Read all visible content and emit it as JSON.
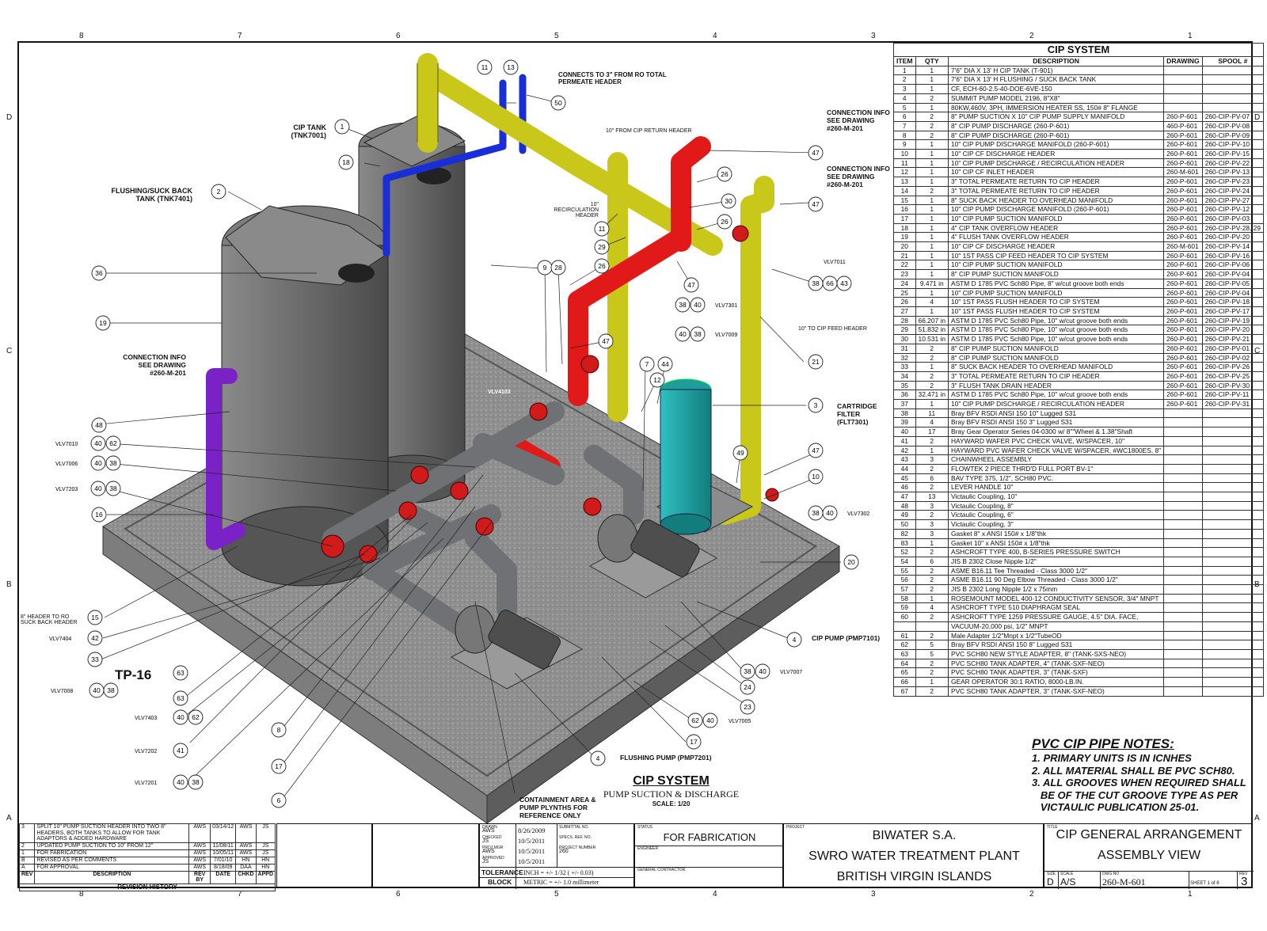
{
  "zones": {
    "top": [
      "8",
      "7",
      "6",
      "5",
      "4",
      "3",
      "2",
      "1"
    ],
    "side": [
      "D",
      "C",
      "B",
      "A"
    ]
  },
  "callouts": {
    "cip_tank": "CIP TANK",
    "cip_tank_id": "(TNK7001)",
    "flushing_tank_1": "FLUSHING/SUCK BACK",
    "flushing_tank_2": "TANK (TNK7401)",
    "connects_1": "CONNECTS TO 3\" FROM RO TOTAL",
    "connects_2": "PERMEATE HEADER",
    "from_cip_return": "10\" FROM CIP RETURN HEADER",
    "conn_info_a_1": "CONNECTION INFO",
    "conn_info_a_2": "SEE DRAWING",
    "conn_info_a_3": "#260-M-201",
    "conn_info_b_1": "CONNECTION INFO",
    "conn_info_b_2": "SEE DRAWING",
    "conn_info_b_3": "#260-M-201",
    "conn_info_c_1": "CONNECTION INFO",
    "conn_info_c_2": "SEE DRAWING",
    "conn_info_c_3": "#260-M-201",
    "recirc_1": "10\" RECIRCULATION",
    "recirc_2": "HEADER",
    "to_cip_feed": "10\" TO CIP FEED HEADER",
    "cartridge_1": "CARTRIDGE",
    "cartridge_2": "FILTER",
    "cartridge_3": "(FLT7301)",
    "header_ro_1": "8\" HEADER TO RO",
    "header_ro_2": "SUCK BACK HEADER",
    "tp16": "TP-16",
    "cip_pump": "CIP PUMP (PMP7101)",
    "flushing_pump": "FLUSHING PUMP (PMP7201)",
    "containment_1": "CONTAINMENT AREA &",
    "containment_2": "PUMP PLYNTHS FOR",
    "containment_3": "REFERENCE ONLY",
    "vlv4103": "VLV4103"
  },
  "valve_tags": [
    "VLV7010",
    "VLV7006",
    "VLV7203",
    "VLV7404",
    "VLV7008",
    "VLV7403",
    "VLV7202",
    "VLV7201",
    "VLV7301",
    "VLV7009",
    "VLV7011",
    "VLV7302",
    "VLV7007",
    "VLV7005"
  ],
  "view_title": {
    "title": "CIP SYSTEM",
    "subtitle": "PUMP SUCTION & DISCHARGE",
    "scale": "SCALE: 1/20"
  },
  "bom": {
    "title": "CIP SYSTEM",
    "headers": [
      "ITEM",
      "QTY",
      "DESCRIPTION",
      "DRAWING",
      "SPOOL #"
    ],
    "rows": [
      [
        "1",
        "1",
        "7'6\" DIA X 13' H CIP TANK (T-901)",
        "",
        ""
      ],
      [
        "2",
        "1",
        "7'6\" DIA X 13' H FLUSHING / SUCK BACK TANK",
        "",
        ""
      ],
      [
        "3",
        "1",
        "CF, ECH-60-2.5-40-DOE-6VE-150",
        "",
        ""
      ],
      [
        "4",
        "2",
        "SUMMIT PUMP MODEL 2196, 8\"X8\"",
        "",
        ""
      ],
      [
        "5",
        "1",
        "80KW,460V, 3PH, IMMERSION HEATER SS, 150# 8\" FLANGE",
        "",
        ""
      ],
      [
        "6",
        "2",
        "8\" PUMP SUCTION X 10\" CIP PUMP SUPPLY MANIFOLD",
        "260-P-601",
        "260-CIP-PV-07"
      ],
      [
        "7",
        "2",
        "8\" CIP PUMP DISCHARGE (260-P-601)",
        "460-P-601",
        "260-CIP-PV-08"
      ],
      [
        "8",
        "2",
        "8\" CIP PUMP DISCHARGE (260-P-601)",
        "260-P-601",
        "260-CIP-PV-09"
      ],
      [
        "9",
        "1",
        "10\" CIP PUMP DISCHARGE MANIFOLD (260-P-601)",
        "260-P-601",
        "260-CIP-PV-10"
      ],
      [
        "10",
        "1",
        "10\" CIP CF DISCHARGE HEADER",
        "260-P-601",
        "260-CIP-PV-15"
      ],
      [
        "11",
        "1",
        "10\" CIP PUMP DISCHARGE / RECIRCULATION HEADER",
        "260-P-601",
        "260-CIP-PV-22"
      ],
      [
        "12",
        "1",
        "10\" CIP CF INLET HEADER",
        "260-M-601",
        "260-CIP-PV-13"
      ],
      [
        "13",
        "1",
        "3\" TOTAL PERMEATE RETURN TO CIP HEADER",
        "260-P-601",
        "260-CIP-PV-23"
      ],
      [
        "14",
        "2",
        "3\" TOTAL PERMEATE RETURN TO CIP HEADER",
        "260-P-601",
        "260-CIP-PV-24"
      ],
      [
        "15",
        "1",
        "8\" SUCK BACK HEADER TO OVERHEAD MANIFOLD",
        "260-P-601",
        "260-CIP-PV-27"
      ],
      [
        "16",
        "1",
        "10\" CIP PUMP DISCHARGE MANIFOLD (260-P-601)",
        "260-P-601",
        "260-CIP-PV-12"
      ],
      [
        "17",
        "1",
        "10\" CIP PUMP SUCTION MANIFOLD",
        "260-P-601",
        "260-CIP-PV-03"
      ],
      [
        "18",
        "1",
        "4\" CIP TANK OVERFLOW HEADER",
        "260-P-601",
        "260-CIP-PV-28, 29"
      ],
      [
        "19",
        "1",
        "4\" FLUSH TANK OVERFLOW HEADER",
        "260-P-601",
        "260-CIP-PV-20"
      ],
      [
        "20",
        "1",
        "10\" CIP CF DISCHARGE HEADER",
        "260-M-601",
        "260-CIP-PV-14"
      ],
      [
        "21",
        "1",
        "10\" 1ST PASS CIP FEED HEADER TO CIP SYSTEM",
        "260-P-601",
        "260-CIP-PV-16"
      ],
      [
        "22",
        "1",
        "10\" CIP PUMP SUCTION MANIFOLD",
        "260-P-601",
        "260-CIP-PV-06"
      ],
      [
        "23",
        "1",
        "8\" CIP PUMP SUCTION MANIFOLD",
        "260-P-601",
        "260-CIP-PV-04"
      ],
      [
        "24",
        "9.471 in",
        "ASTM D 1785 PVC Sch80 Pipe, 8\" w/cut groove both ends",
        "260-P-601",
        "260-CIP-PV-05"
      ],
      [
        "25",
        "1",
        "10\" CIP PUMP SUCTION MANIFOLD",
        "260-P-601",
        "260-CIP-PV-04"
      ],
      [
        "26",
        "4",
        "10\" 1ST PASS FLUSH HEADER TO CIP SYSTEM",
        "260-P-601",
        "260-CIP-PV-18"
      ],
      [
        "27",
        "1",
        "10\" 1ST PASS FLUSH HEADER TO CIP SYSTEM",
        "260-P-601",
        "260-CIP-PV-17"
      ],
      [
        "28",
        "66.207 in",
        "ASTM D 1785 PVC Sch80 Pipe, 10\" w/cut groove both ends",
        "260-P-601",
        "260-CIP-PV-19"
      ],
      [
        "29",
        "51.832 in",
        "ASTM D 1785 PVC Sch80 Pipe, 10\" w/cut groove both ends",
        "260-P-601",
        "260-CIP-PV-20"
      ],
      [
        "30",
        "10.531 in",
        "ASTM D 1785 PVC Sch80 Pipe, 10\" w/cut groove both ends",
        "260-P-601",
        "260-CIP-PV-21"
      ],
      [
        "31",
        "2",
        "8\" CIP PUMP SUCTION MANIFOLD",
        "260-P-601",
        "260-CIP-PV-01"
      ],
      [
        "32",
        "2",
        "8\" CIP PUMP SUCTION MANIFOLD",
        "260-P-601",
        "260-CIP-PV-02"
      ],
      [
        "33",
        "1",
        "8\" SUCK BACK HEADER TO OVERHEAD MANIFOLD",
        "260-P-601",
        "260-CIP-PV-26"
      ],
      [
        "34",
        "2",
        "3\" TOTAL PERMEATE RETURN TO CIP HEADER",
        "260-P-601",
        "260-CIP-PV-25"
      ],
      [
        "35",
        "2",
        "3\" FLUSH TANK DRAIN HEADER",
        "260-P-601",
        "260-CIP-PV-30"
      ],
      [
        "36",
        "32.471 in",
        "ASTM D 1785 PVC Sch80 Pipe, 10\" w/cut groove both ends",
        "260-P-601",
        "260-CIP-PV-11"
      ],
      [
        "37",
        "1",
        "10\" CIP PUMP DISCHARGE / RECIRCULATION HEADER",
        "260-P-601",
        "260-CIP-PV-31"
      ],
      [
        "38",
        "11",
        "Bray BFV RSDI ANSI 150 10\" Lugged S31",
        "",
        ""
      ],
      [
        "39",
        "4",
        "Bray BFV RSDI ANSI 150 3\" Lugged S31",
        "",
        ""
      ],
      [
        "40",
        "17",
        "Bray Gear Operator Series 04-0300 w/ 8\"\"Wheel & 1.38\"Shaft",
        "",
        ""
      ],
      [
        "41",
        "2",
        "HAYWARD WAFER PVC CHECK VALVE, W/SPACER, 10\"",
        "",
        ""
      ],
      [
        "42",
        "1",
        "HAYWARD PVC WAFER CHECK VALVE W/SPACER, #WC1800ES, 8\"",
        "",
        ""
      ],
      [
        "43",
        "3",
        "CHAINWHEEL ASSEMBLY",
        "",
        ""
      ],
      [
        "44",
        "2",
        "FLOWTEK 2 PIECE THRD'D FULL PORT BV-1\"",
        "",
        ""
      ],
      [
        "45",
        "6",
        "BAV TYPE 375, 1/2\", SCH80 PVC.",
        "",
        ""
      ],
      [
        "46",
        "2",
        "LEVER HANDLE 10\"",
        "",
        ""
      ],
      [
        "47",
        "13",
        "Victaulic Coupling, 10\"",
        "",
        ""
      ],
      [
        "48",
        "3",
        "Victaulic Coupling, 8\"",
        "",
        ""
      ],
      [
        "49",
        "2",
        "Victaulic Coupling, 6\"",
        "",
        ""
      ],
      [
        "50",
        "3",
        "Victaulic Coupling, 3\"",
        "",
        ""
      ],
      [
        "82",
        "3",
        "Gasket 8\" x ANSI 150# x 1/8\"thk",
        "",
        ""
      ],
      [
        "83",
        "1",
        "Gasket 10\" x ANSI 150# x 1/8\"thk",
        "",
        ""
      ],
      [
        "52",
        "2",
        "ASHCROFT TYPE 400, B-SERIES PRESSURE SWITCH",
        "",
        ""
      ],
      [
        "54",
        "6",
        "JIS B 2302 Close Nipple 1/2\"",
        "",
        ""
      ],
      [
        "55",
        "2",
        "ASME B16.11 Tee Threaded - Class 3000 1/2\"",
        "",
        ""
      ],
      [
        "56",
        "2",
        "ASME B16.11 90 Deg Elbow Threaded - Class 3000 1/2\"",
        "",
        ""
      ],
      [
        "57",
        "2",
        "JIS B 2302 Long Nipple 1/2 x 75mm",
        "",
        ""
      ],
      [
        "58",
        "1",
        "ROSEMOUNT MODEL 400-12 CONDUCTIVITY SENSOR, 3/4\" MNPT",
        "",
        ""
      ],
      [
        "59",
        "4",
        "ASHCROFT TYPE 510 DIAPHRAGM SEAL",
        "",
        ""
      ],
      [
        "60",
        "2",
        "ASHCROFT TYPE 1259 PRESSURE GAUGE, 4.5\" DIA. FACE,",
        "",
        ""
      ],
      [
        "",
        "",
        "VACUUM-20,000 psi, 1/2\" MNPT",
        "",
        ""
      ],
      [
        "61",
        "2",
        "Male Adapter 1/2\"Mnpt x 1/2\"TubeOD",
        "",
        ""
      ],
      [
        "62",
        "5",
        "Bray BFV RSDI ANSI 150 8\" Lugged S31",
        "",
        ""
      ],
      [
        "63",
        "5",
        "PVC SCH80 NEW STYLE ADAPTER, 8\" (TANK-SXS-NEO)",
        "",
        ""
      ],
      [
        "64",
        "2",
        "PVC SCH80 TANK ADAPTER, 4\" (TANK-SXF-NEO)",
        "",
        ""
      ],
      [
        "65",
        "2",
        "PVC SCH80 TANK ADAPTER, 3\" (TANK-SXF)",
        "",
        ""
      ],
      [
        "66",
        "1",
        "GEAR OPERATOR 30:1 RATIO, 8000-LB.IN.",
        "",
        ""
      ],
      [
        "67",
        "2",
        "PVC SCH80 TANK ADAPTER, 3\" (TANK-SXF-NEO)",
        "",
        ""
      ]
    ]
  },
  "notes": {
    "title": "PVC CIP PIPE NOTES:",
    "lines": [
      "1. PRIMARY UNITS IS IN ICNHES",
      "2. ALL MATERIAL SHALL BE PVC SCH80.",
      "3. ALL GROOVES WHEN REQUIRED SHALL",
      "   BE OF THE CUT GROOVE TYPE AS PER",
      "   VICTAULIC PUBLICATION 25-01."
    ]
  },
  "revisions": {
    "rows": [
      [
        "3",
        "SPLIT 10\" PUMP SUCTION HEADER INTO TWO 8\" HEADERS, BOTH TANKS TO ALLOW FOR TANK ADAPTORS & ADDED HARDWARE",
        "AWS",
        "03/14/12",
        "AWS",
        "JS"
      ],
      [
        "2",
        "UPDATED PUMP SUCTION TO 10\" FROM 12\"",
        "AWS",
        "11/08/11",
        "AWS",
        "JS"
      ],
      [
        "1",
        "FOR FABRICATION",
        "AWS",
        "10/05/11",
        "AWS",
        "JS"
      ],
      [
        "B",
        "REVISED AS PER COMMENTS",
        "AWS",
        "7/01/10",
        "HN",
        "HN"
      ],
      [
        "A",
        "FOR APPROVAL",
        "AWS",
        "8/18/09",
        "DAA",
        "HN"
      ]
    ],
    "headers": [
      "REV",
      "DESCRIPTION",
      "REV BY",
      "DATE",
      "CHKD",
      "APPD"
    ],
    "title": "REVISION HISTORY"
  },
  "titleblock": {
    "drawn_label": "DRAWN",
    "drawn_by": "AWS",
    "drawn_date": "8/26/2009",
    "checked_label": "CHECKED",
    "checked_by": "JS",
    "checked_date": "10/5/2011",
    "proj_mgr_label": "PROJ MGR",
    "proj_mgr": "AWS",
    "proj_mgr_date": "10/5/2011",
    "approved_label": "APPROVED",
    "approved_by": "JS",
    "approved_date": "10/5/2011",
    "submittal_label": "SUBMITTAL NO.",
    "specs_label": "SPECS. REF. NO.",
    "project_number_label": "PROJECT NUMBER",
    "project_number": "260",
    "tolerance_1": "TOLERANCE",
    "tolerance_2": "BLOCK",
    "inch_tol": "INCH = +/- 1/32 ( +/- 0.03)",
    "metric_tol": "METRIC = +/- 1.0 millimeter",
    "status_label": "STATUS",
    "status": "FOR FABRICATION",
    "engineer_label": "ENGINEER",
    "contractor_label": "GENERAL CONTRACTOR",
    "project_label": "PROJECT",
    "company": "BIWATER S.A.",
    "plant": "SWRO WATER TREATMENT PLANT",
    "location": "BRITISH VIRGIN ISLANDS",
    "title_label": "TITLE",
    "title_1": "CIP GENERAL ARRANGEMENT",
    "title_2": "ASSEMBLY VIEW",
    "size_label": "SIZE",
    "size": "D",
    "scale_label": "SCALE",
    "scale": "A/S",
    "dwg_label": "DWG NO",
    "dwg_no": "260-M-601",
    "sheet": "SHEET 1 of 8",
    "rev_label": "REV",
    "rev": "3"
  },
  "colors": {
    "tank": "#6e6e6e",
    "pipe_gray": "#6f7174",
    "pipe_yellow": "#c9c71a",
    "pipe_red": "#e21919",
    "pipe_blue": "#1a2ed8",
    "pipe_purple": "#7a22c8",
    "filter": "#22a8a8",
    "slab": "#a8a8a8"
  }
}
